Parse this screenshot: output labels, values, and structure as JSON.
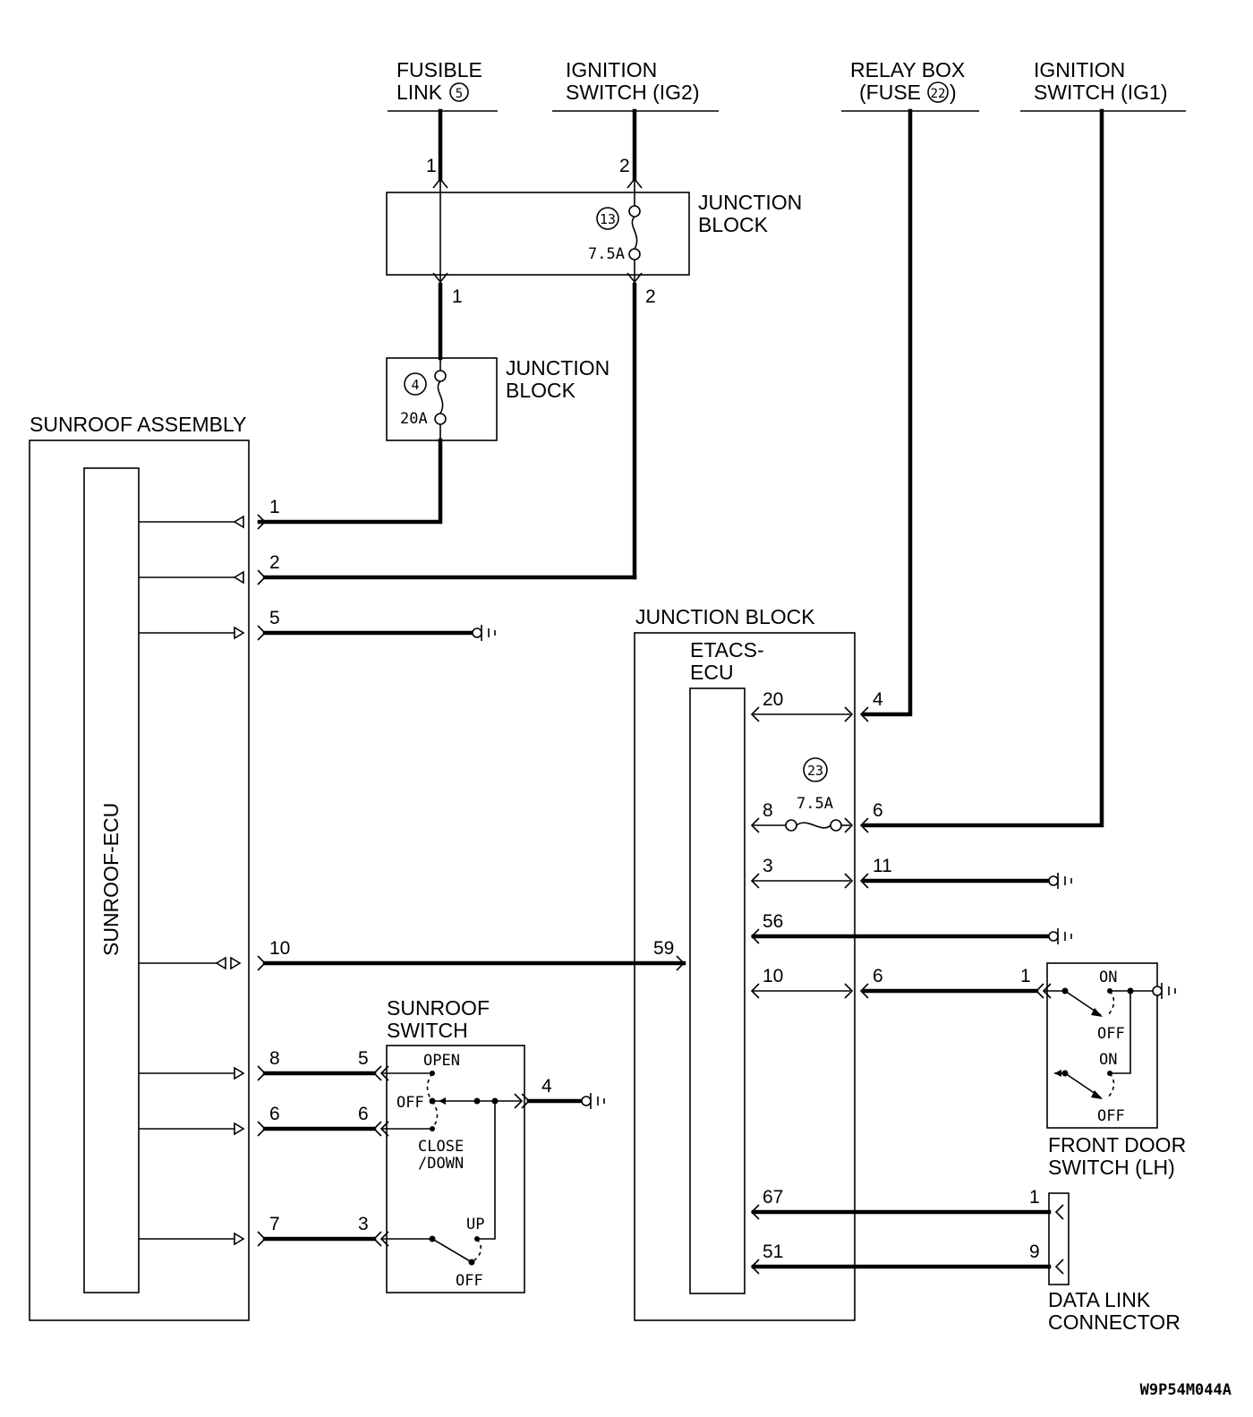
{
  "sources": {
    "fusible_link": "FUSIBLE",
    "fusible_link_2": "LINK",
    "fusible_link_no": "5",
    "ig2": "IGNITION",
    "ig2_2": "SWITCH (IG2)",
    "relay_box": "RELAY BOX",
    "relay_box_2a": "(FUSE",
    "relay_box_no": "22",
    "relay_box_2b": ")",
    "ig1": "IGNITION",
    "ig1_2": "SWITCH (IG1)"
  },
  "junction_block_top": {
    "label": "JUNCTION",
    "label2": "BLOCK",
    "fuse_no": "13",
    "fuse_rating": "7.5A",
    "pin_in_1": "1",
    "pin_in_2": "2",
    "pin_out_1": "1",
    "pin_out_2": "2"
  },
  "junction_block_mid": {
    "label": "JUNCTION",
    "label2": "BLOCK",
    "fuse_no": "4",
    "fuse_rating": "20A"
  },
  "sunroof_assembly": {
    "label": "SUNROOF ASSEMBLY",
    "ecu_label": "SUNROOF-ECU",
    "pins": [
      "1",
      "2",
      "5",
      "10",
      "8",
      "6",
      "7"
    ]
  },
  "sunroof_switch": {
    "label": "SUNROOF",
    "label2": "SWITCH",
    "pins": [
      "5",
      "6",
      "3",
      "4"
    ],
    "pos_open": "OPEN",
    "pos_off": "OFF",
    "pos_close": "CLOSE",
    "pos_close2": "/DOWN",
    "pos_up": "UP",
    "pos_off2": "OFF"
  },
  "junction_block_etacs": {
    "label": "JUNCTION BLOCK",
    "ecu_label": "ETACS-",
    "ecu_label2": "ECU",
    "fuse_no": "23",
    "fuse_rating": "7.5A",
    "inner_pins": [
      "20",
      "8",
      "3",
      "56",
      "10",
      "67",
      "51"
    ],
    "outer_pins": [
      "4",
      "6",
      "11",
      "6"
    ],
    "pin_59": "59"
  },
  "front_door_switch": {
    "label": "FRONT DOOR",
    "label2": "SWITCH (LH)",
    "pin": "1",
    "on1": "ON",
    "off1": "OFF",
    "on2": "ON",
    "off2": "OFF"
  },
  "data_link_connector": {
    "label": "DATA LINK",
    "label2": "CONNECTOR",
    "pin_1": "1",
    "pin_9": "9"
  },
  "diagram_code": "W9P54M044A"
}
